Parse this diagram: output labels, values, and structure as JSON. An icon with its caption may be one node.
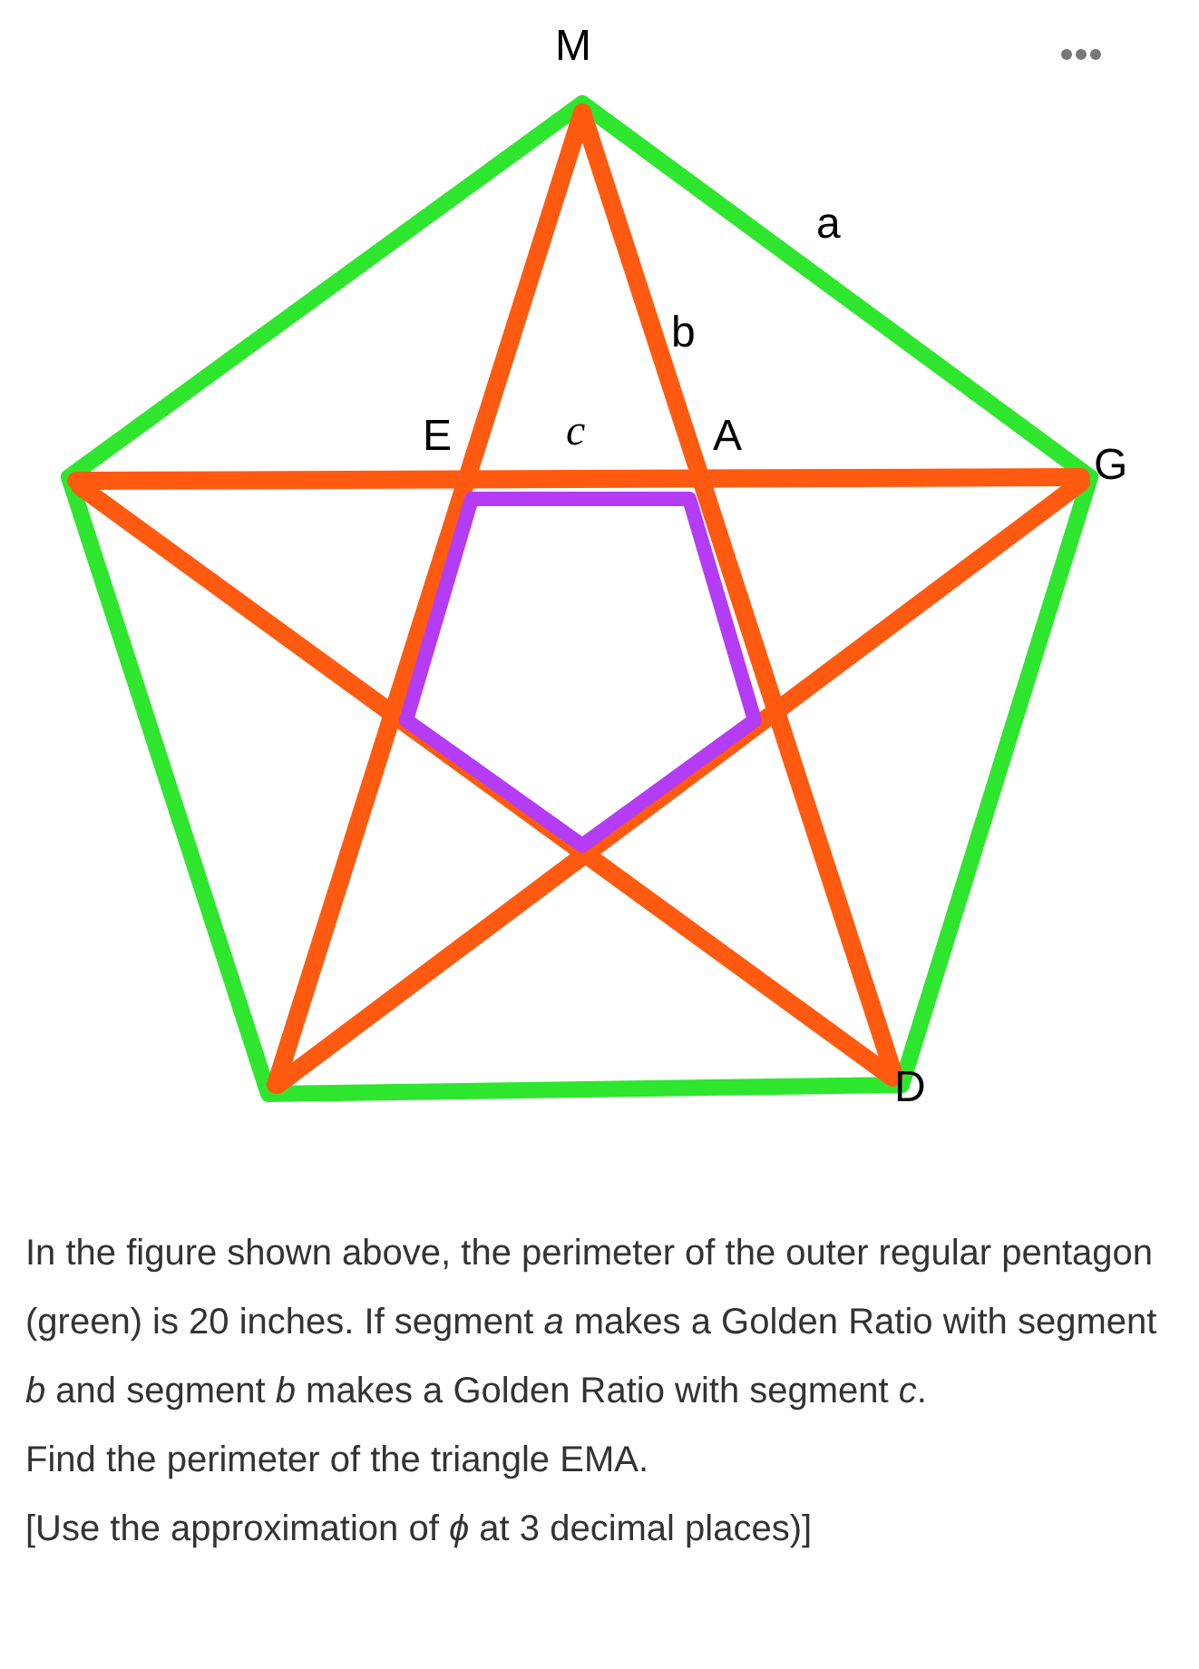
{
  "diagram": {
    "labels": [
      "M",
      "a",
      "b",
      "E",
      "*c*",
      "A",
      "G",
      "D",
      "In the figure shown above, the perimeter of the outer regular pentagon (green) is 20 inches. If segment *a* makes a Golden Ratio with segment *b* and segment *b* makes a Golden Ratio with segment *c*.",
      "Find the perimeter of the triangle EMA.",
      "[Use the approximation of *ϕ* at 3 decimal places)]"
    ]
  }
}
